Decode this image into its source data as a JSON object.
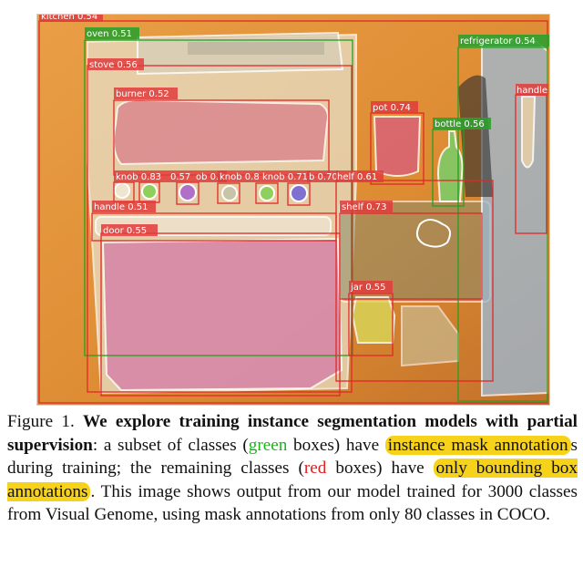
{
  "figure": {
    "colors": {
      "mask_class_box": "#22a022",
      "box_only_class_box": "#e02828",
      "label_bg_green": "#2ea02e",
      "label_bg_red": "#e03c3c"
    },
    "detections": [
      {
        "label": "kitchen 0.54",
        "box_color": "red"
      },
      {
        "label": "oven 0.51",
        "box_color": "green"
      },
      {
        "label": "stove 0.56",
        "box_color": "red"
      },
      {
        "label": "burner 0.52",
        "box_color": "red"
      },
      {
        "label": "refrigerator 0.54",
        "box_color": "green"
      },
      {
        "label": "handle",
        "box_color": "red"
      },
      {
        "label": "pot 0.74",
        "box_color": "red"
      },
      {
        "label": "bottle 0.56",
        "box_color": "green"
      },
      {
        "label": "knob 0.83",
        "box_color": "red"
      },
      {
        "label": "0.57",
        "box_color": "red"
      },
      {
        "label": "ob 0.7",
        "box_color": "red"
      },
      {
        "label": "knob 0.8",
        "box_color": "red"
      },
      {
        "label": "knob 0.71",
        "box_color": "red"
      },
      {
        "label": "b 0.70",
        "box_color": "red"
      },
      {
        "label": "helf 0.61",
        "box_color": "red"
      },
      {
        "label": "handle 0.51",
        "box_color": "red"
      },
      {
        "label": "door 0.55",
        "box_color": "red"
      },
      {
        "label": "shelf 0.73",
        "box_color": "red"
      },
      {
        "label": "jar 0.55",
        "box_color": "red"
      }
    ]
  },
  "caption": {
    "figure_number": "Figure 1.",
    "bold_sentence": "We explore training instance segmentation models with partial supervision",
    "part1": ": a subset of classes (",
    "green_word": "green",
    "part2": " boxes) have ",
    "highlight1_a": "instance mask annotatio",
    "highlight1_b": "n",
    "part3": "s during training; the remaining classes (",
    "red_word": "red",
    "part4": " boxes) have ",
    "highlight2": "only bounding box annotations",
    "part5": ". This image shows output from our model trained for 3000 classes from Visual Genome, using mask annotations from only 80 classes in COCO."
  }
}
